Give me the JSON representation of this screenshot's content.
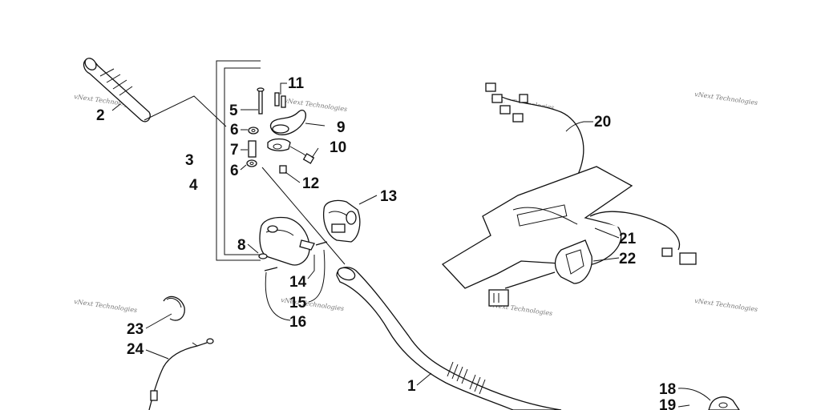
{
  "callouts": [
    {
      "id": "1",
      "label": "1"
    },
    {
      "id": "2",
      "label": "2"
    },
    {
      "id": "3",
      "label": "3"
    },
    {
      "id": "4",
      "label": "4"
    },
    {
      "id": "5",
      "label": "5"
    },
    {
      "id": "6a",
      "label": "6"
    },
    {
      "id": "6b",
      "label": "6"
    },
    {
      "id": "7",
      "label": "7"
    },
    {
      "id": "8",
      "label": "8"
    },
    {
      "id": "9",
      "label": "9"
    },
    {
      "id": "10",
      "label": "10"
    },
    {
      "id": "11",
      "label": "11"
    },
    {
      "id": "12",
      "label": "12"
    },
    {
      "id": "13",
      "label": "13"
    },
    {
      "id": "14",
      "label": "14"
    },
    {
      "id": "15",
      "label": "15"
    },
    {
      "id": "16",
      "label": "16"
    },
    {
      "id": "18",
      "label": "18"
    },
    {
      "id": "19",
      "label": "19"
    },
    {
      "id": "20",
      "label": "20"
    },
    {
      "id": "21",
      "label": "21"
    },
    {
      "id": "22",
      "label": "22"
    },
    {
      "id": "23",
      "label": "23"
    },
    {
      "id": "24",
      "label": "24"
    }
  ],
  "watermark": {
    "text": "vNext Technologies"
  }
}
